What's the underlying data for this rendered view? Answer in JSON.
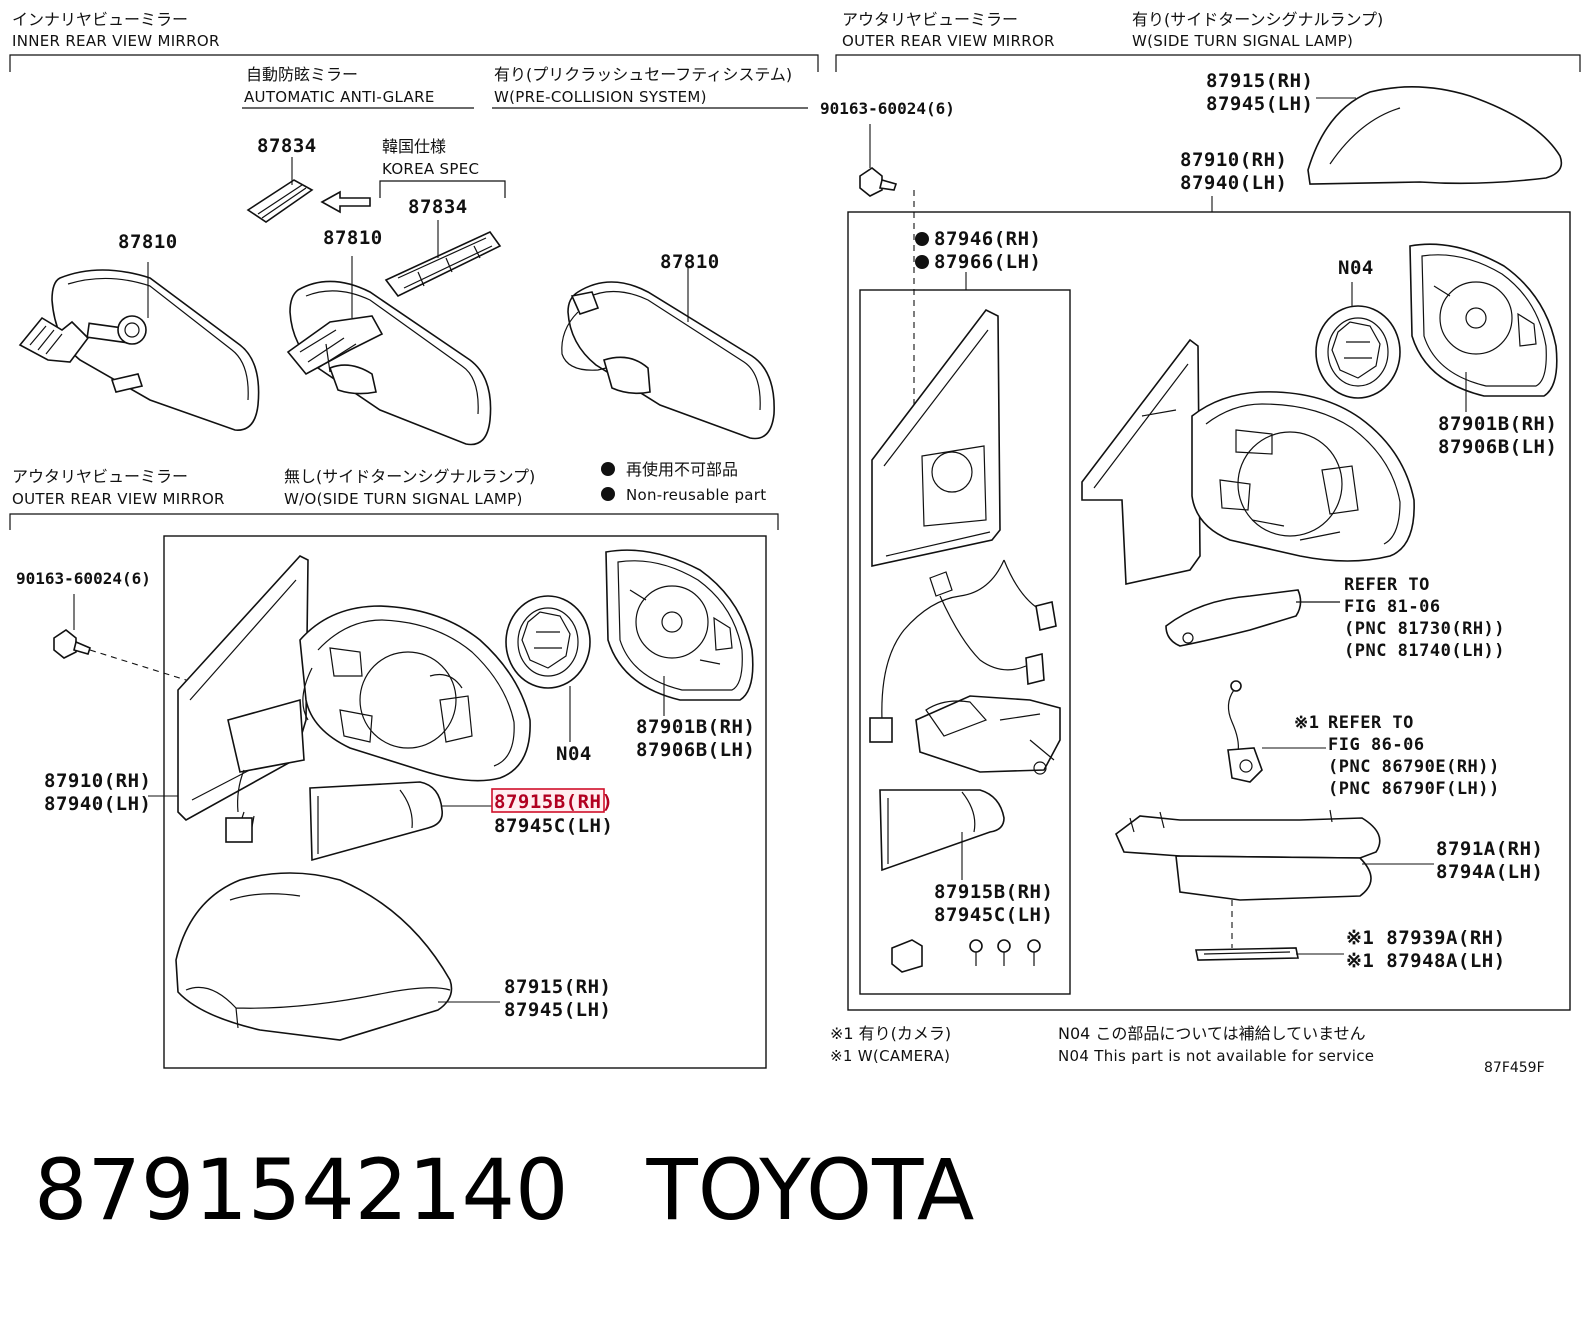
{
  "inner_mirror": {
    "jp": "インナリヤビューミラー",
    "en": "INNER REAR VIEW MIRROR",
    "anti_glare_jp": "自動防眩ミラー",
    "anti_glare_en": "AUTOMATIC ANTI-GLARE",
    "pcs_jp": "有り(プリクラッシュセーフティシステム)",
    "pcs_en": "W(PRE-COLLISION SYSTEM)",
    "korea_jp": "韓国仕様",
    "korea_en": "KOREA SPEC",
    "part_87834": "87834",
    "part_87810": "87810"
  },
  "outer_wo": {
    "jp": "アウタリヤビューミラー",
    "en": "OUTER REAR VIEW MIRROR",
    "cond_jp": "無し(サイドターンシグナルランプ)",
    "cond_en": "W/O(SIDE TURN SIGNAL LAMP)",
    "bolt": "90163-60024(6)",
    "p87910": "87910(RH)",
    "p87940": "87940(LH)",
    "p87915b": "87915B(RH)",
    "p87945c": "87945C(LH)",
    "n04": "N04",
    "p87901b": "87901B(RH)",
    "p87906b": "87906B(LH)",
    "p87915": "87915(RH)",
    "p87945": "87945(LH)"
  },
  "legend": {
    "nr_jp": "再使用不可部品",
    "nr_en": "Non-reusable part"
  },
  "outer_w": {
    "jp": "アウタリヤビューミラー",
    "en": "OUTER REAR VIEW MIRROR",
    "cond_jp": "有り(サイドターンシグナルランプ)",
    "cond_en": "W(SIDE TURN SIGNAL LAMP)",
    "bolt": "90163-60024(6)",
    "p87915": "87915(RH)",
    "p87945": "87945(LH)",
    "p87910": "87910(RH)",
    "p87940": "87940(LH)",
    "p87946": "87946(RH)",
    "p87966": "87966(LH)",
    "n04": "N04",
    "p87901b": "87901B(RH)",
    "p87906b": "87906B(LH)",
    "refer1_a": "REFER TO",
    "refer1_b": "FIG 81-06",
    "refer1_c": "(PNC 81730(RH))",
    "refer1_d": "(PNC 81740(LH))",
    "refer2_mark": "※1",
    "refer2_a": "REFER TO",
    "refer2_b": "FIG 86-06",
    "refer2_c": "(PNC 86790E(RH))",
    "refer2_d": "(PNC 86790F(LH))",
    "p87915b": "87915B(RH)",
    "p87945c": "87945C(LH)",
    "p8791a": "8791A(RH)",
    "p8794a": "8794A(LH)",
    "p87939a": "※1 87939A(RH)",
    "p87948a": "※1 87948A(LH)"
  },
  "footnotes": {
    "cam_jp": "※1 有り(カメラ)",
    "cam_en": "※1 W(CAMERA)",
    "n04_jp": "N04 この部品については補給していません",
    "n04_en": "N04 This part is not available for service",
    "fig_code": "87F459F"
  },
  "caption": {
    "part_number": "8791542140",
    "brand": "TOYOTA"
  }
}
